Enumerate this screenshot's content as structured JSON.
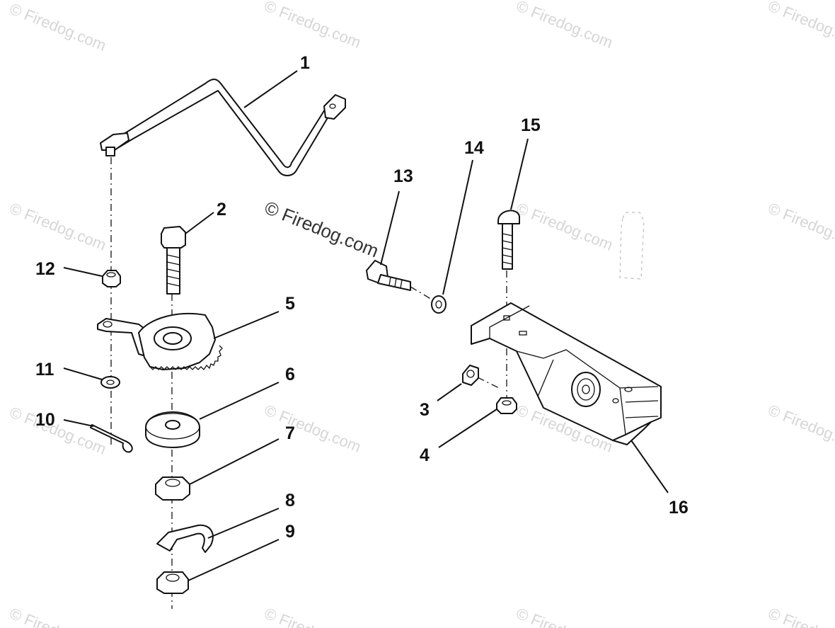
{
  "watermarks": {
    "corner_text": "© Firedog.com",
    "center_text": "© Firedog.com"
  },
  "callouts": [
    {
      "id": "1",
      "label": "1"
    },
    {
      "id": "2",
      "label": "2"
    },
    {
      "id": "3",
      "label": "3"
    },
    {
      "id": "4",
      "label": "4"
    },
    {
      "id": "5",
      "label": "5"
    },
    {
      "id": "6",
      "label": "6"
    },
    {
      "id": "7",
      "label": "7"
    },
    {
      "id": "8",
      "label": "8"
    },
    {
      "id": "9",
      "label": "9"
    },
    {
      "id": "10",
      "label": "10"
    },
    {
      "id": "11",
      "label": "11"
    },
    {
      "id": "12",
      "label": "12"
    },
    {
      "id": "13",
      "label": "13"
    },
    {
      "id": "14",
      "label": "14"
    },
    {
      "id": "15",
      "label": "15"
    },
    {
      "id": "16",
      "label": "16"
    }
  ],
  "colors": {
    "ink": "#111111",
    "watermark": "#d6d6d6",
    "background": "#ffffff"
  }
}
